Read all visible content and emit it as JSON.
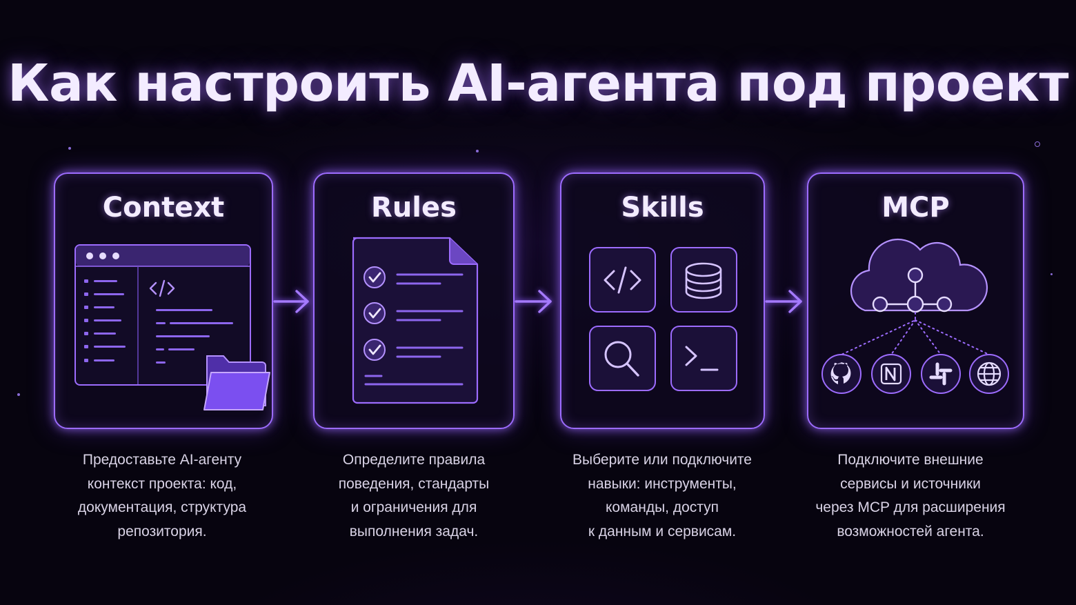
{
  "title": "Как настроить AI-агента под проект",
  "steps": [
    {
      "name": "Context",
      "desc": [
        "Предоставьте AI-агенту",
        "контекст проекта: код,",
        "документация, структура",
        "репозитория."
      ],
      "icons": [
        "browser-window-icon",
        "code-tag-icon",
        "folder-icon"
      ]
    },
    {
      "name": "Rules",
      "desc": [
        "Определите правила",
        "поведения, стандарты",
        "и ограничения для",
        "выполнения задач."
      ],
      "icons": [
        "document-icon",
        "checkmark-icon"
      ]
    },
    {
      "name": "Skills",
      "desc": [
        "Выберите или подключите",
        "навыки: инструменты,",
        "команды, доступ",
        "к данным и сервисам."
      ],
      "icons": [
        "code-icon",
        "database-icon",
        "search-icon",
        "terminal-icon"
      ]
    },
    {
      "name": "MCP",
      "desc": [
        "Подключите внешние",
        "сервисы и источники",
        "через MCP для расширения",
        "возможностей агента."
      ],
      "icons": [
        "cloud-network-icon",
        "github-icon",
        "notion-icon",
        "slack-icon",
        "globe-icon"
      ]
    }
  ],
  "colors": {
    "accent": "#9d6cff",
    "background": "#07040f",
    "text": "#f3ecff",
    "muted": "#d9d3e6"
  }
}
